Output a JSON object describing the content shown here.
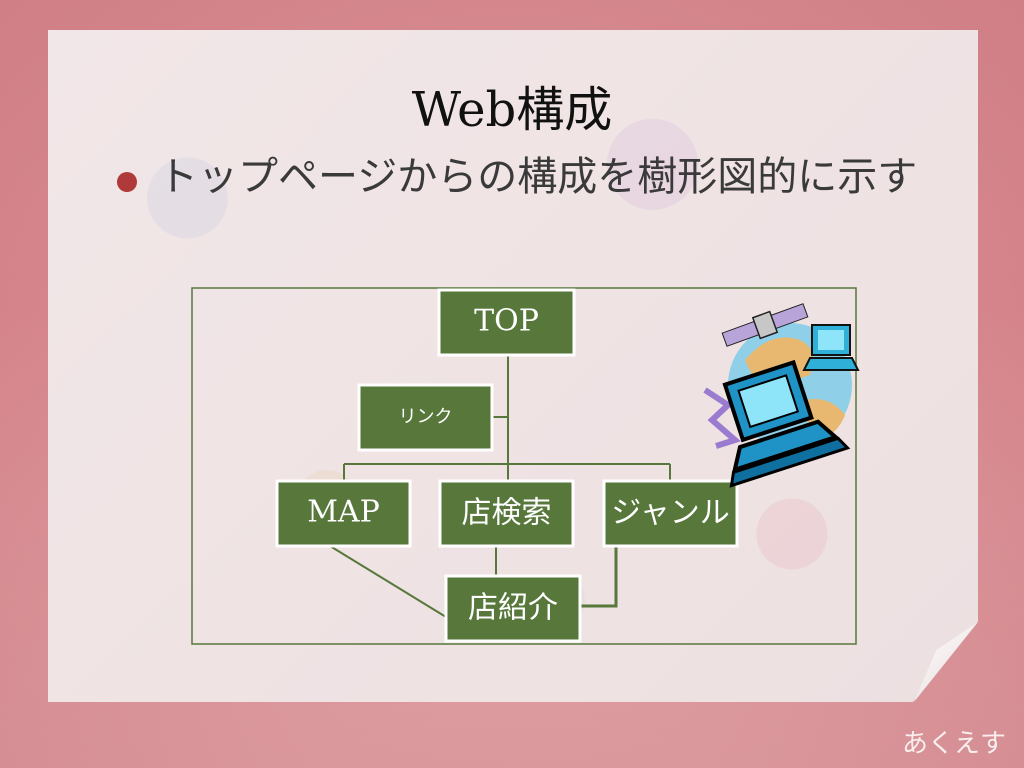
{
  "slide": {
    "title": "Web構成",
    "bullet": "トップページからの構成を樹形図的に示す",
    "footer": "あくえす"
  },
  "diagram": {
    "nodes": {
      "top": "TOP",
      "link": "リンク",
      "map": "MAP",
      "search": "店検索",
      "genre": "ジャンル",
      "intro": "店紹介"
    }
  },
  "colors": {
    "node_fill": "#57773b",
    "bullet": "#b03a3a",
    "background": "#d88e93"
  },
  "icons": [
    "computer-globe-clipart-icon"
  ]
}
